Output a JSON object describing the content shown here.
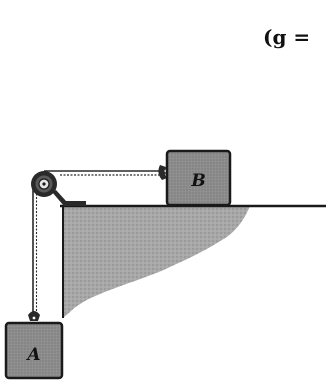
{
  "header": {
    "text": "(g ="
  },
  "blocks": {
    "a_label": "A",
    "b_label": "B"
  },
  "colors": {
    "ink": "#1a1a1a",
    "block_fill": "#8a8a8a",
    "ground_fill": "#a9a9a9",
    "rope": "#2a2a2a",
    "background": "#ffffff"
  }
}
